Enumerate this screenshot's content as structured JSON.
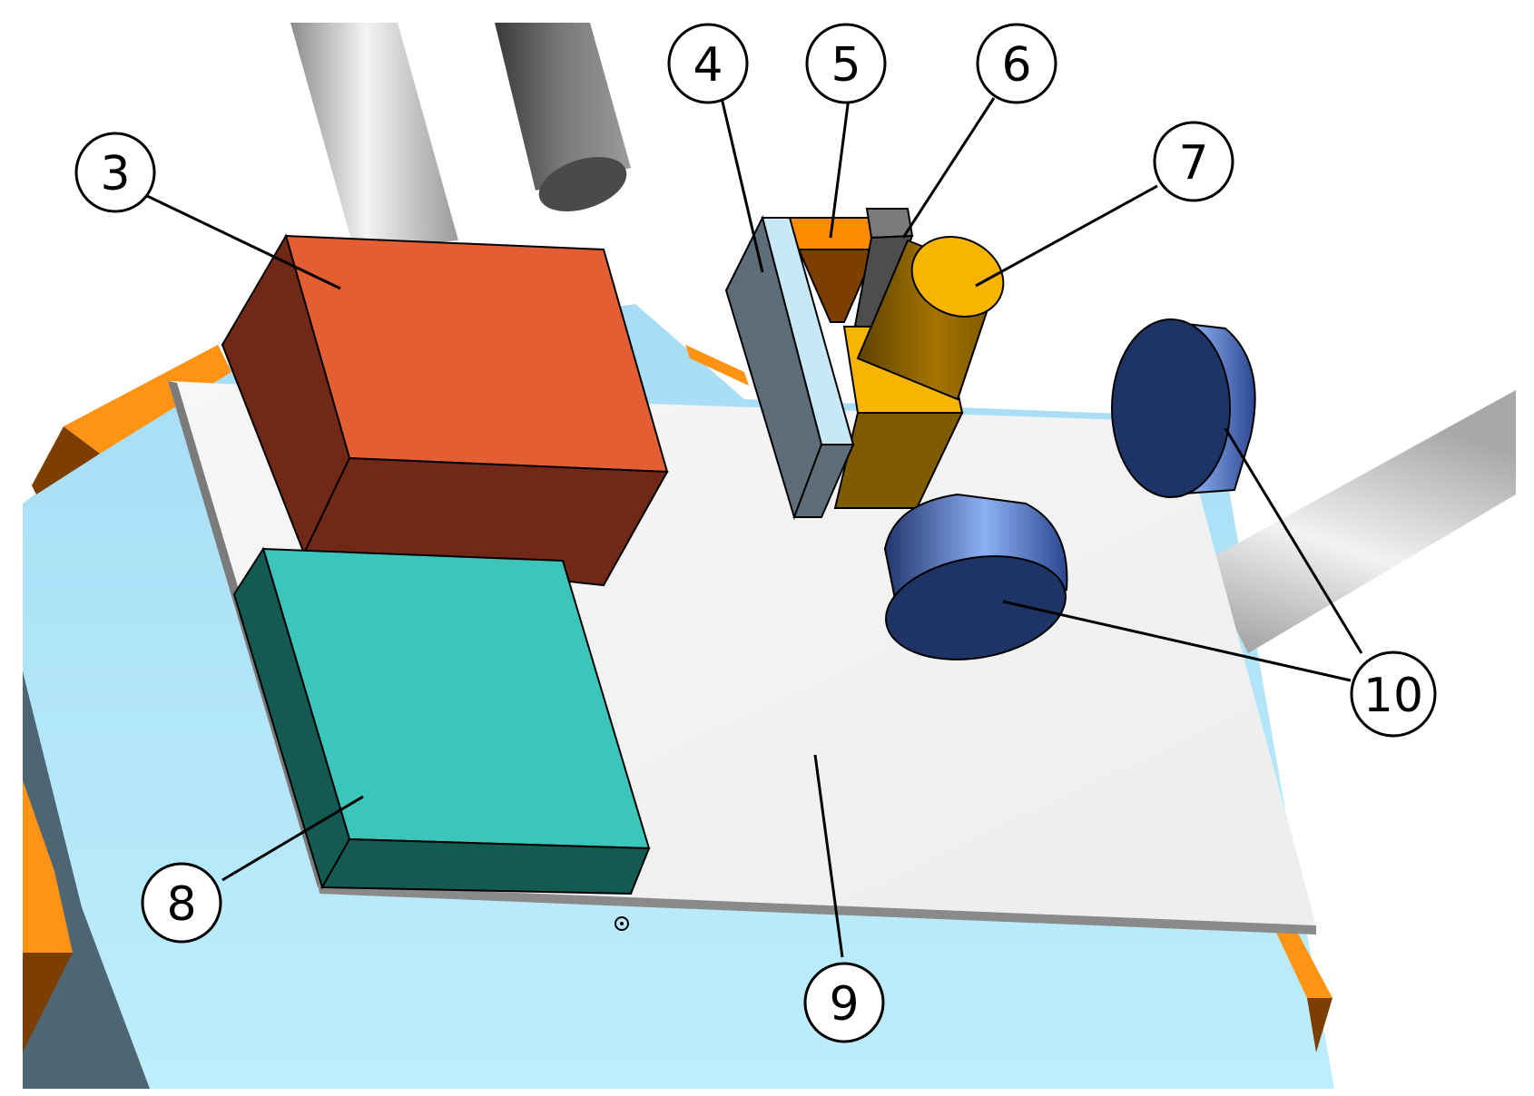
{
  "callouts": [
    {
      "id": "3",
      "label": "3"
    },
    {
      "id": "4",
      "label": "4"
    },
    {
      "id": "5",
      "label": "5"
    },
    {
      "id": "6",
      "label": "6"
    },
    {
      "id": "7",
      "label": "7"
    },
    {
      "id": "8",
      "label": "8"
    },
    {
      "id": "9",
      "label": "9"
    },
    {
      "id": "10",
      "label": "10"
    }
  ],
  "colors": {
    "base_plate": "#aee3f8",
    "work_plate": "#f2f2f2",
    "block_3_top": "#e35e33",
    "block_3_side": "#722817",
    "block_8_top": "#3cc5ba",
    "block_8_side": "#135a53",
    "post_4": "#5d6e7a",
    "strip_4": "#c7e8f6",
    "part_5": "#ff8c00",
    "part_6": "#7a7a7a",
    "cylinder_7": "#f7b500",
    "cylinder_7_side": "#8a6000",
    "puck_10": "#1f3466",
    "puck_10_side": "#3e64bd",
    "rails": "#ff9412",
    "rods": "#d8d8d8"
  }
}
